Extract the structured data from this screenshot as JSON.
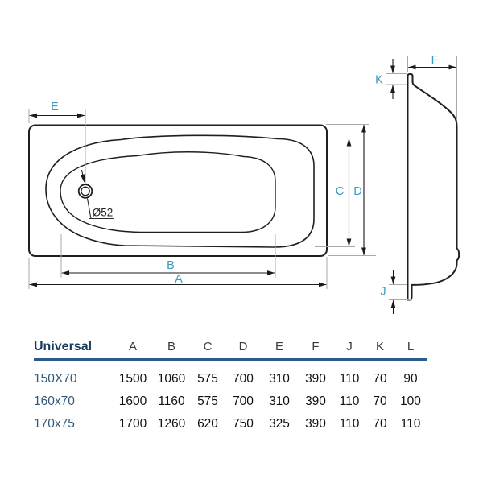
{
  "colors": {
    "dim_label": "#3a9bc1",
    "drawing_line": "#1f1f1f",
    "extension_line": "#a9a9a9",
    "table_accent": "#1b3a5f",
    "table_rule": "#2b5b88",
    "row_label": "#33597a"
  },
  "drawing": {
    "top_view": {
      "labels": {
        "e": "E",
        "c": "C",
        "d": "D",
        "b": "B",
        "a": "A"
      },
      "drain_label": "Ø52"
    },
    "side_view": {
      "labels": {
        "f": "F",
        "k": "K",
        "j": "J"
      }
    }
  },
  "table": {
    "title": "Universal",
    "columns": [
      "A",
      "B",
      "C",
      "D",
      "E",
      "F",
      "J",
      "K",
      "L"
    ],
    "rows": [
      {
        "model": "150X70",
        "values": [
          "1500",
          "1060",
          "575",
          "700",
          "310",
          "390",
          "110",
          "70",
          "90"
        ]
      },
      {
        "model": "160x70",
        "values": [
          "1600",
          "1160",
          "575",
          "700",
          "310",
          "390",
          "110",
          "70",
          "100"
        ]
      },
      {
        "model": "170x75",
        "values": [
          "1700",
          "1260",
          "620",
          "750",
          "325",
          "390",
          "110",
          "70",
          "110"
        ]
      }
    ]
  }
}
